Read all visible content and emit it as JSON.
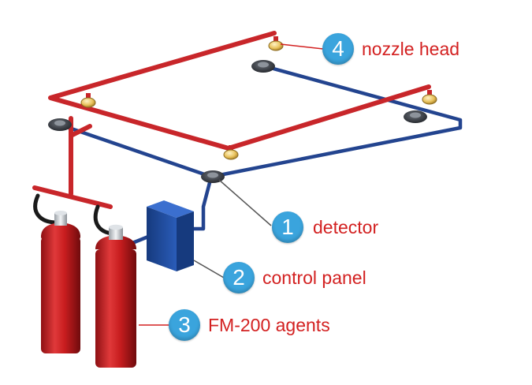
{
  "callouts": [
    {
      "number": "4",
      "label": "nozzle head"
    },
    {
      "number": "1",
      "label": "detector"
    },
    {
      "number": "2",
      "label": "control panel"
    },
    {
      "number": "3",
      "label": "FM-200 agents"
    }
  ],
  "colors": {
    "pipe_red": "#c8262a",
    "pipe_blue": "#23448f",
    "cylinder_red": "#c81d1f",
    "panel_blue": "#1f4fa3",
    "badge_blue": "#3aa4dd",
    "label_red": "#d32121",
    "nozzle_gold": "#e8c15a"
  }
}
